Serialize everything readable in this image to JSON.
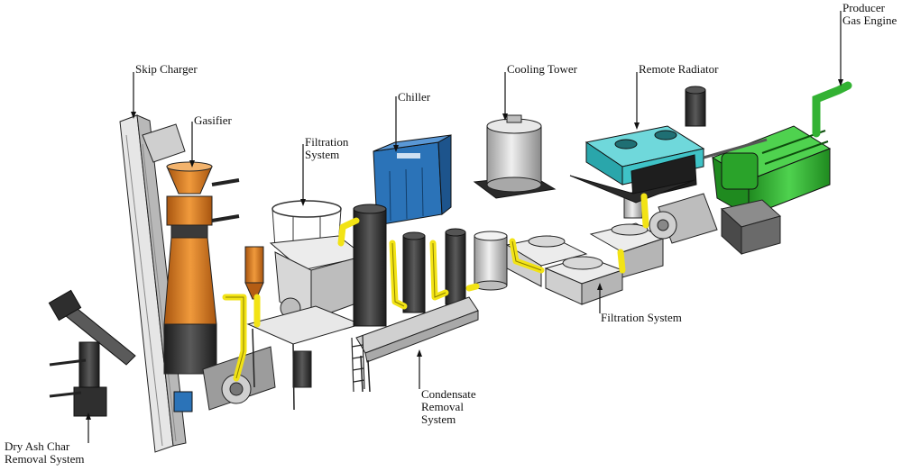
{
  "labels": {
    "skip_charger": "Skip Charger",
    "gasifier": "Gasifier",
    "filtration_system_top_1": "Filtration",
    "filtration_system_top_2": "System",
    "chiller": "Chiller",
    "cooling_tower": "Cooling Tower",
    "remote_radiator": "Remote Radiator",
    "producer_gas_engine_1": "Producer",
    "producer_gas_engine_2": "Gas Engine",
    "filtration_system_bottom": "Filtration System",
    "condensate_removal_1": "Condensate",
    "condensate_removal_2": "Removal",
    "condensate_removal_3": "System",
    "dry_ash_1": "Dry Ash Char",
    "dry_ash_2": "Removal System"
  },
  "colors": {
    "gasifier_orange": "#d9771f",
    "chiller_blue": "#2b73b8",
    "radiator_teal": "#3fc3c7",
    "engine_green": "#33b233",
    "pipe_yellow": "#f2e315",
    "steel_light": "#d9d9d9",
    "steel_dark": "#3a3a3a",
    "line_black": "#111111"
  }
}
